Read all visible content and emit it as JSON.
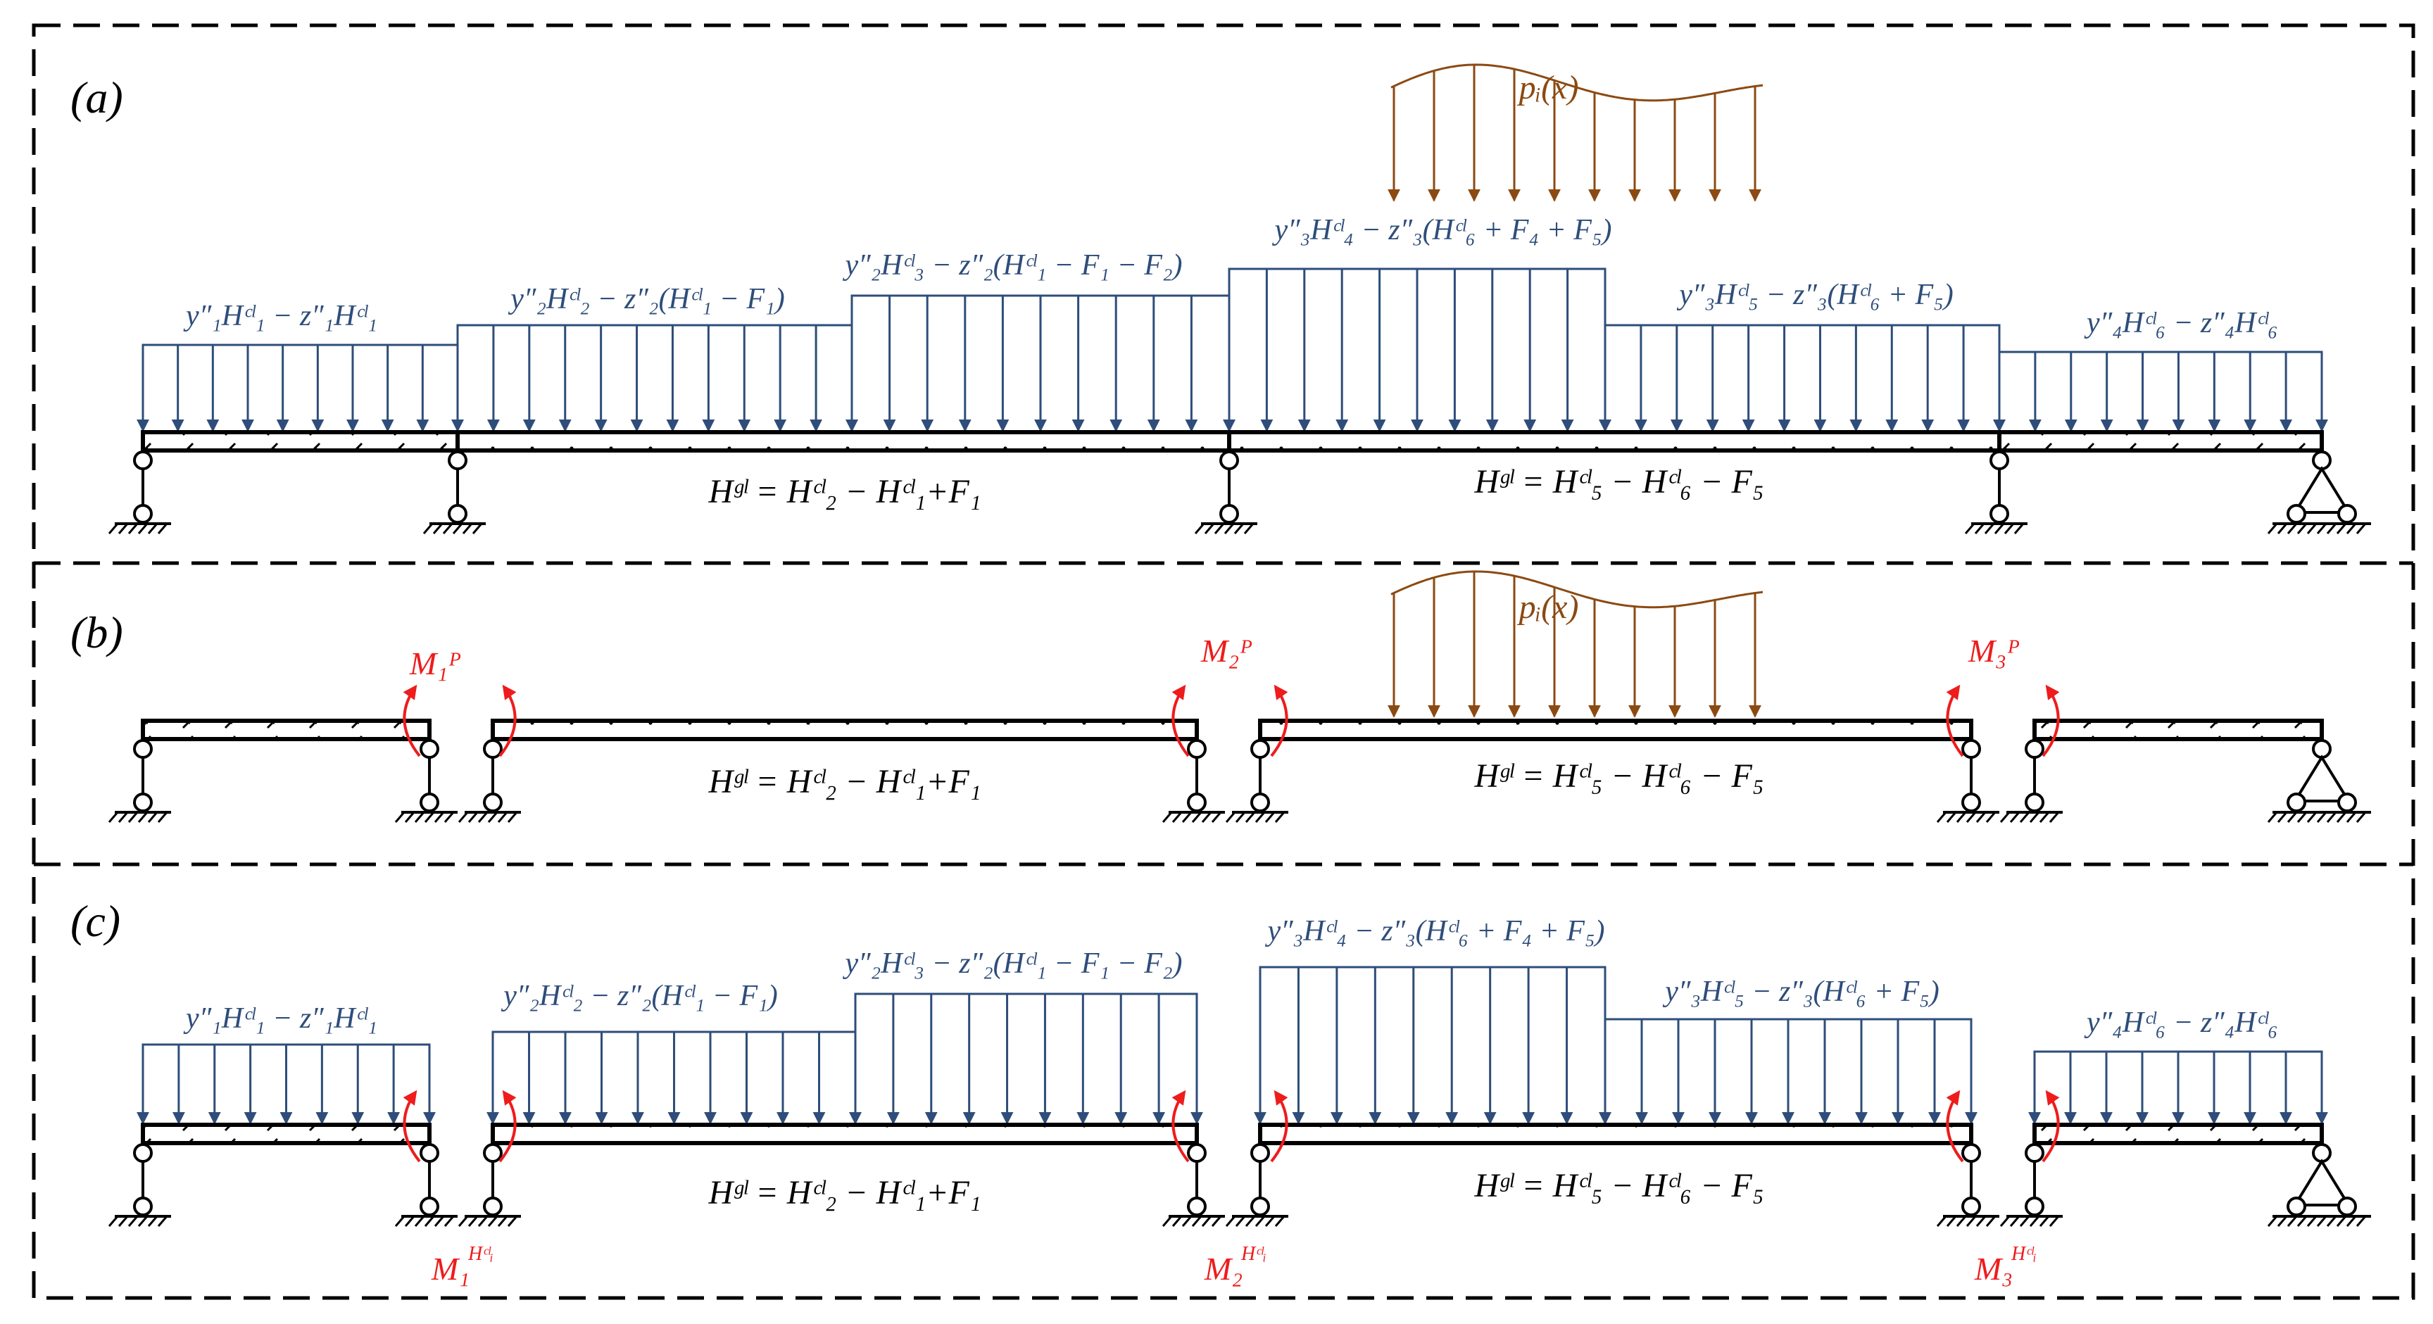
{
  "panels": {
    "a": {
      "label": "(a)",
      "loads": [
        "y″₁Hᶜˡ₁ − z″₁Hᶜˡ₁",
        "y″₂Hᶜˡ₂ − z″₂(Hᶜˡ₁ − F₁)",
        "y″₂Hᶜˡ₃ − z″₂(Hᶜˡ₁ − F₁ − F₂)",
        "y″₃Hᶜˡ₄ − z″₃(Hᶜˡ₆ + F₄ + F₅)",
        "y″₃Hᶜˡ₅ − z″₃(Hᶜˡ₆ + F₅)",
        "y″₄Hᶜˡ₆ − z″₄Hᶜˡ₆"
      ],
      "equations": [
        "Hᵍˡ = Hᶜˡ₂ − Hᶜˡ₁+F₁",
        "Hᵍˡ = Hᶜˡ₅ − Hᶜˡ₆ − F₅"
      ],
      "px_label": "pᵢ(x)"
    },
    "b": {
      "label": "(b)",
      "moments": [
        "M₁ᴾ",
        "M₂ᴾ",
        "M₃ᴾ"
      ],
      "equations": [
        "Hᵍˡ = Hᶜˡ₂ − Hᶜˡ₁+F₁",
        "Hᵍˡ = Hᶜˡ₅ − Hᶜˡ₆ − F₅"
      ],
      "px_label": "pᵢ(x)"
    },
    "c": {
      "label": "(c)",
      "loads": [
        "y″₁Hᶜˡ₁ − z″₁Hᶜˡ₁",
        "y″₂Hᶜˡ₂ − z″₂(Hᶜˡ₁ − F₁)",
        "y″₂Hᶜˡ₃ − z″₂(Hᶜˡ₁ − F₁ − F₂)",
        "y″₃Hᶜˡ₄ − z″₃(Hᶜˡ₆ + F₄ + F₅)",
        "y″₃Hᶜˡ₅ − z″₃(Hᶜˡ₆ + F₅)",
        "y″₄Hᶜˡ₆ − z″₄Hᶜˡ₆"
      ],
      "moments": [
        "M₁",
        "M₂",
        "M₃"
      ],
      "moment_sup": "Hᶜˡᵢ",
      "equations": [
        "Hᵍˡ = Hᶜˡ₂ − Hᶜˡ₁+F₁",
        "Hᵍˡ = Hᶜˡ₅ − Hᶜˡ₆ − F₅"
      ]
    }
  },
  "colors": {
    "load": "#2e4d7a",
    "px": "#8b4a12",
    "moment": "#ee1c1c",
    "structure": "#000000"
  }
}
